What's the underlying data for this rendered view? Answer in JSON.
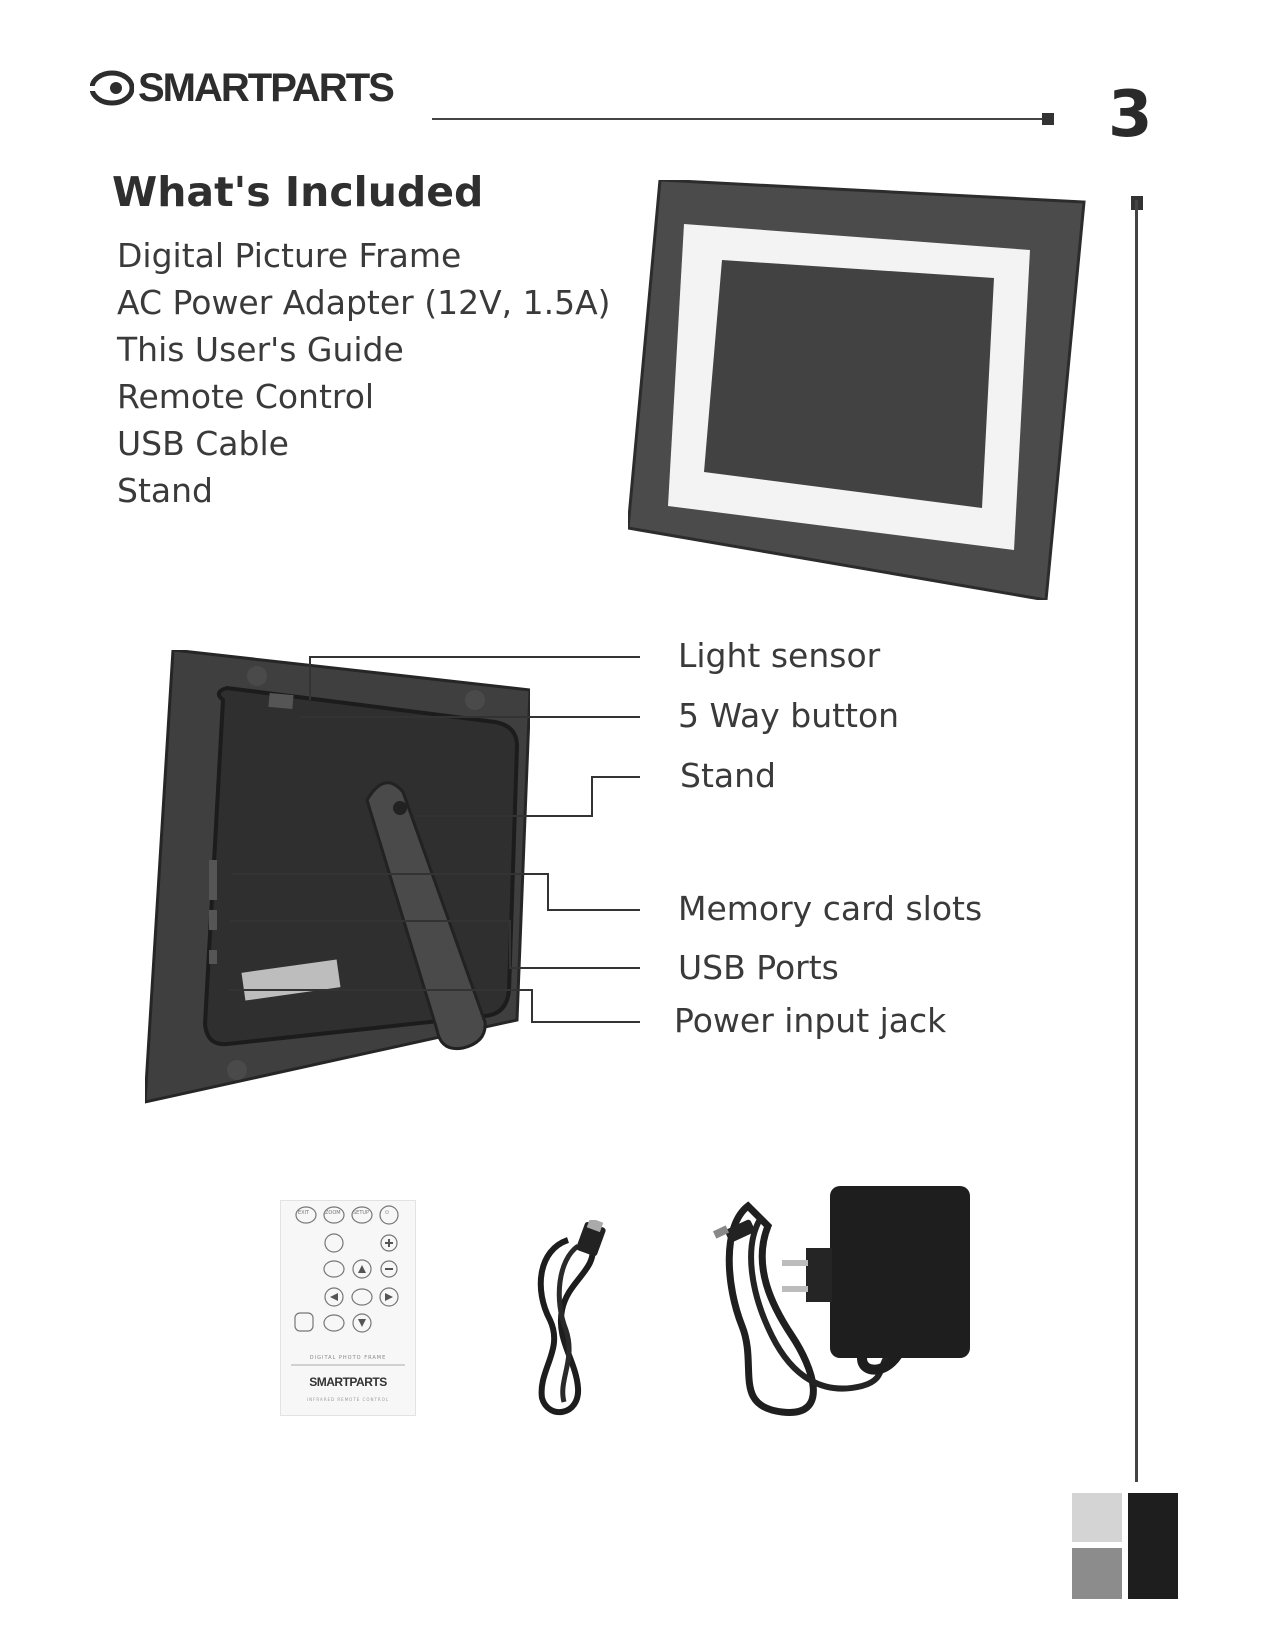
{
  "header": {
    "brand": "SMARTPARTS",
    "page_number": "3"
  },
  "included": {
    "title": "What's Included",
    "items": [
      "Digital Picture Frame",
      "AC Power Adapter (12V, 1.5A)",
      "This User's Guide",
      "Remote Control",
      "USB Cable",
      "Stand"
    ]
  },
  "callouts": [
    "Light sensor",
    "5 Way button",
    "Stand",
    "Memory card slots",
    "USB Ports",
    "Power input jack"
  ],
  "remote": {
    "row1": [
      "EXIT",
      "ZOOM",
      "SETUP",
      "⏻"
    ],
    "caption": "DIGITAL PHOTO FRAME",
    "brand": "SMARTPARTS",
    "sub": "INFRARED REMOTE CONTROL"
  },
  "colors": {
    "frame": "#454545",
    "screen": "#4a4a4a",
    "swatch_light": "#d4d4d4",
    "swatch_mid": "#8c8c8c",
    "swatch_dark": "#1e1e1e"
  }
}
